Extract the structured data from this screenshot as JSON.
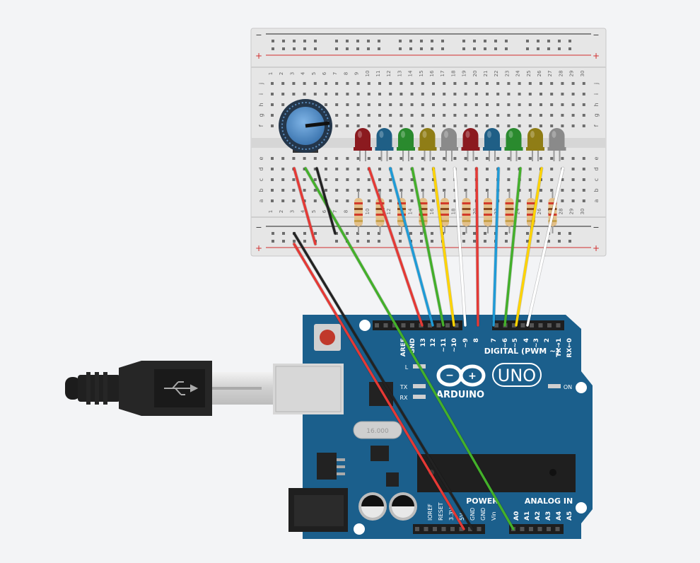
{
  "breadboard": {
    "columns": [
      "1",
      "2",
      "3",
      "4",
      "5",
      "6",
      "7",
      "8",
      "9",
      "10",
      "11",
      "12",
      "13",
      "14",
      "15",
      "16",
      "17",
      "18",
      "19",
      "20",
      "21",
      "22",
      "23",
      "24",
      "25",
      "26",
      "27",
      "28",
      "29",
      "30"
    ],
    "rows_top": [
      "j",
      "i",
      "h",
      "g",
      "f"
    ],
    "rows_bottom": [
      "e",
      "d",
      "c",
      "b",
      "a"
    ],
    "rail_minus": "−",
    "rail_plus": "+"
  },
  "leds": [
    {
      "color": "#8b1a1f"
    },
    {
      "color": "#1f5f86"
    },
    {
      "color": "#2a8a2e"
    },
    {
      "color": "#8f7d16"
    },
    {
      "color": "#8a8a8a"
    },
    {
      "color": "#8b1a1f"
    },
    {
      "color": "#1f5f86"
    },
    {
      "color": "#2a8a2e"
    },
    {
      "color": "#8f7d16"
    },
    {
      "color": "#8a8a8a"
    }
  ],
  "wire_colors": [
    "#e53935",
    "#1e9bd7",
    "#43b02a",
    "#ffd400",
    "#ffffff",
    "#e53935",
    "#1e9bd7",
    "#43b02a",
    "#ffd400",
    "#ffffff"
  ],
  "arduino": {
    "brand": "ARDUINO",
    "model": "UNO",
    "digital_label": "DIGITAL (PWM ~)",
    "power_label": "POWER",
    "analog_label": "ANALOG IN",
    "on_label": "ON",
    "l_label": "L",
    "tx_label": "TX",
    "rx_label": "RX",
    "crystal_label": "16.000",
    "digital_pins": [
      "AREF",
      "GND",
      "13",
      "12",
      "~11",
      "~10",
      "~9",
      "8",
      "7",
      "~6",
      "~5",
      "4",
      "~3",
      "2",
      "TX→1",
      "RX←0"
    ],
    "power_pins": [
      "IOREF",
      "RESET",
      "3.3V",
      "5V",
      "GND",
      "GND",
      "Vin"
    ],
    "analog_pins": [
      "A0",
      "A1",
      "A2",
      "A3",
      "A4",
      "A5"
    ]
  },
  "colors": {
    "board_blue": "#1b5f8c",
    "breadboard": "#e4e4e4",
    "rail_red": "#d12e2e"
  }
}
